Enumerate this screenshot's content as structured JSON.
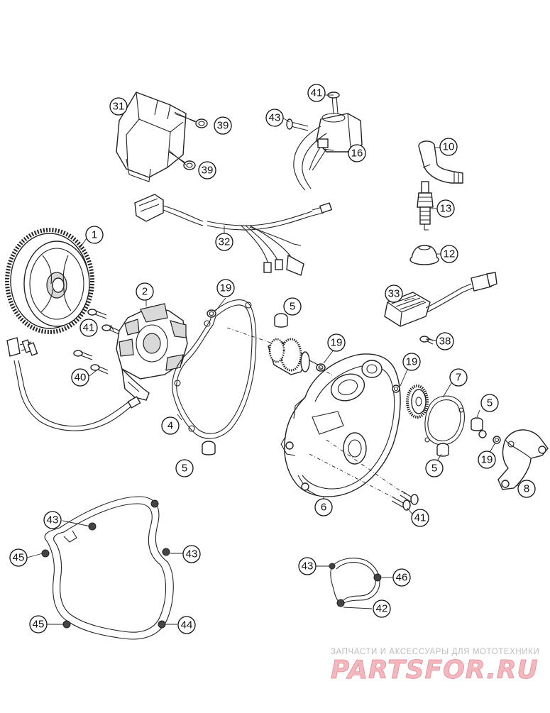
{
  "callouts": {
    "c1": "1",
    "c2": "2",
    "c4": "4",
    "c5a": "5",
    "c5b": "5",
    "c5c": "5",
    "c5d": "5",
    "c6": "6",
    "c7": "7",
    "c8": "8",
    "c10": "10",
    "c12": "12",
    "c13": "13",
    "c16": "16",
    "c19a": "19",
    "c19b": "19",
    "c19c": "19",
    "c19d": "19",
    "c31": "31",
    "c32": "32",
    "c33": "33",
    "c38": "38",
    "c39a": "39",
    "c39b": "39",
    "c40": "40",
    "c41a": "41",
    "c41b": "41",
    "c41c": "41",
    "c42": "42",
    "c43a": "43",
    "c43b": "43",
    "c43c": "43",
    "c43d": "43",
    "c44": "44",
    "c45a": "45",
    "c45b": "45",
    "c46": "46"
  },
  "watermark": {
    "tagline": "ЗАПЧАСТИ И АКСЕССУАРЫ ДЛЯ МОТОТЕХНИКИ",
    "logo": "PARTSFOR.RU"
  }
}
